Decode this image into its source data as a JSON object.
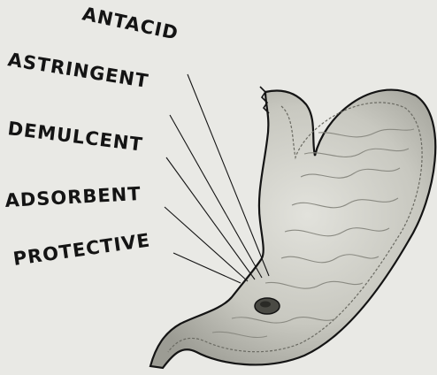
{
  "labels": {
    "antacid": "ANTACID",
    "astringent": "ASTRINGENT",
    "demulcent": "DEMULCENT",
    "adsorbent": "ADSORBENT",
    "protective": "PROTECTIVE"
  },
  "colors": {
    "background": "#e9e9e5",
    "ink": "#141414",
    "stomach_fill": "#d2d2cc",
    "lining_shade": "#a8a8a0",
    "ulcer": "#4a4a44"
  },
  "icons": {
    "stomach": "stomach-illustration",
    "ulcer": "ulcer-spot"
  }
}
